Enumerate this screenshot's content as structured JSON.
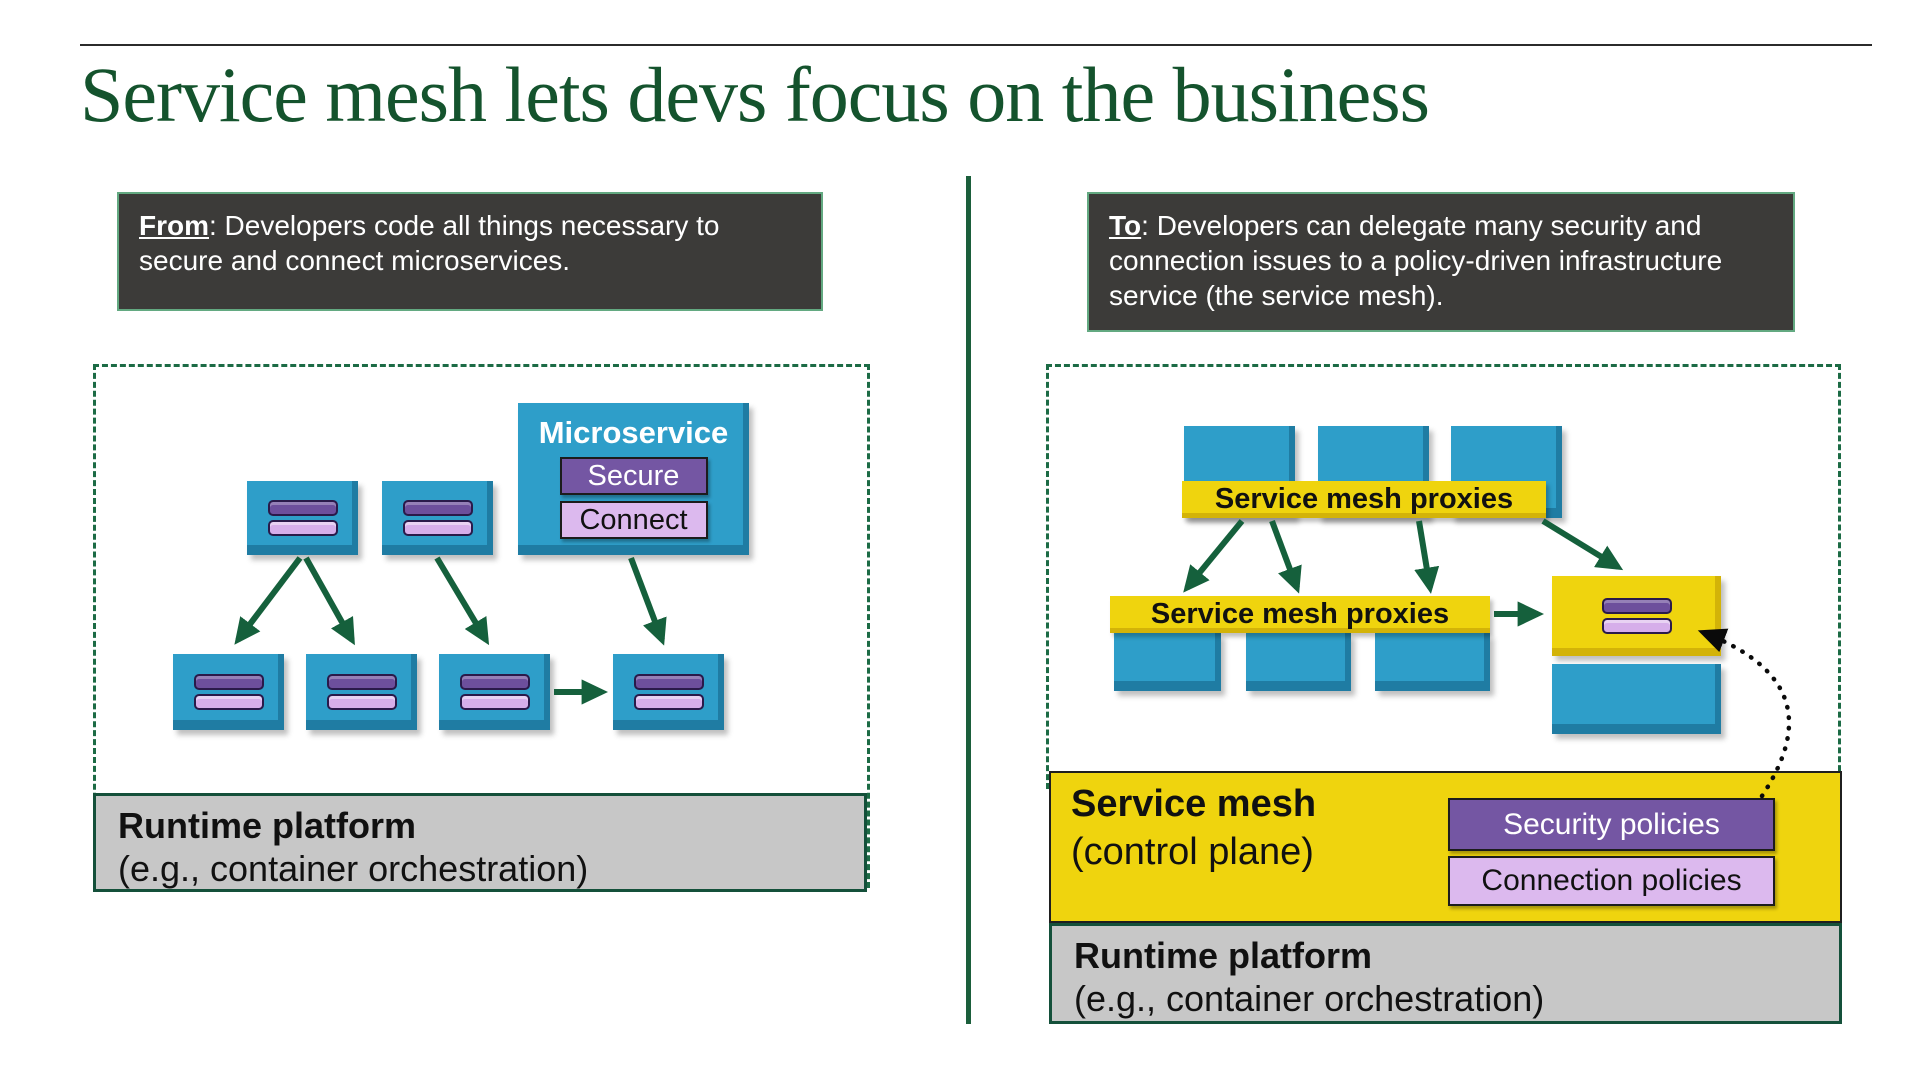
{
  "title": "Service mesh lets devs focus on the business",
  "left": {
    "callout": {
      "lead": "From",
      "rest": ": Developers code all things necessary to secure and connect microservices."
    },
    "microservice": {
      "title": "Microservice",
      "secure_label": "Secure",
      "connect_label": "Connect"
    },
    "runtime": {
      "line1": "Runtime platform",
      "line2": "(e.g., container orchestration)"
    }
  },
  "right": {
    "callout": {
      "lead": "To",
      "rest": ": Developers can delegate many security and connection issues to a policy-driven infrastructure service (the service mesh)."
    },
    "proxies_band_top": "Service mesh proxies",
    "proxies_band_mid": "Service mesh proxies",
    "control_plane": {
      "line1": "Service mesh",
      "line2": "(control plane)",
      "security_label": "Security policies",
      "connection_label": "Connection policies"
    },
    "runtime": {
      "line1": "Runtime platform",
      "line2": "(e.g., container orchestration)"
    }
  },
  "colors": {
    "title_green": "#14532d",
    "arrow_green": "#15603c",
    "box_blue": "#2e9ec9",
    "yellow": "#efd40e",
    "purple_dark": "#6d4f9c",
    "purple_light": "#d6aeea",
    "callout_bg": "#3c3b39",
    "platform_gray": "#c7c7c7"
  }
}
